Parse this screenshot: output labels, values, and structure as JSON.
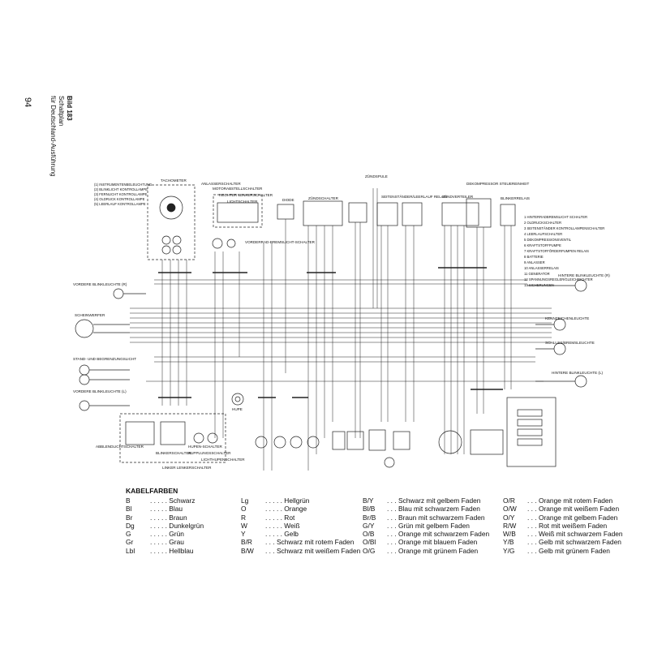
{
  "sidebar": {
    "page_number": "94",
    "title": "Bild 183",
    "subtitle_1": "Schaltplan",
    "subtitle_2": "für Deutschland-Ausführung"
  },
  "diagram": {
    "labels": {
      "tachometer": "TACHOMETER",
      "anlasserschalter": "ANLASSERSCHALTER",
      "motorabstellschalter": "MOTORABSTELLSCHALTER",
      "rechter_lenkerschalter": "RECHTER LENKERSCHALTER",
      "lichtschalter": "LICHTSCHALTER",
      "diode": "DIODE",
      "zuendschalter": "ZÜNDSCHALTER",
      "zuendspule": "ZÜNDSPULE",
      "seitenstaender_relais": "SEITENSTÄNDER/LEERLAUF RELAIS",
      "zuendverteiler": "ZÜNDVERTEILER",
      "dekompressor": "DEKOMPRESSOR STEUEREINHEIT",
      "blinkerrelais": "BLINKERRELAIS",
      "vorderradbremslichtschalter": "VORDERRAD-BREMSLICHT-SCHALTER",
      "vordere_blinkleuchte_r": "VORDERE BLINKLEUCHTE (R)",
      "scheinwerfer": "SCHEINWERFER",
      "stand_begrenzungslicht": "STAND- UND BEGRENZUNGSLICHT",
      "vordere_blinkleuchte_l": "VORDERE BLINKLEUCHTE (L)",
      "hupe": "HUPE",
      "abblendlichtschalter": "ABBLENDLICHTSCHALTER",
      "blinkerschalter": "BLINKERSCHALTER",
      "hupenschalter": "HUPEN-SCHALTER",
      "kupplungsschalter": "KUPPLUNGSSCHALTER",
      "lichthupenschalter": "LICHTHUPENSCHALTER",
      "linker_lenkerschalter": "LINKER LENKERSCHALTER",
      "hintere_blinkleuchte_r": "HINTERE BLINKLEUCHTE (R)",
      "kennzeichenleuchte": "KENNZEICHENLEUCHTE",
      "schlussbremsleuchte": "SCHLUSS/BREMSLEUCHTE",
      "hintere_blinkleuchte_l": "HINTERE BLINKLEUCHTE (L)"
    },
    "tacho_legend": [
      "(1) INSTRUMENTENBELEUCHTUNG",
      "(2) BLINKLICHT KONTROLLAMPE",
      "(3) FERNLICHT KONTROLLAMPE",
      "(4) OLDRUCK KONTROLLAMPE",
      "(5) LEERLAUF KONTROLLAMPE"
    ],
    "component_legend": [
      "1  HINTERRADBREMSLICHT SCHALTER",
      "2  OLDRUCKSCHALTER",
      "3  SEITENSTÄNDER KONTROLLAMPENSCHALTER",
      "4  LEERLAUFSCHALTER",
      "5  DEKOMPRESSIONSVENTIL",
      "6  KRAFTSTOFFPUMPE",
      "7  KRAFTSTOFFÖRDERPUMPEN RELAIS",
      "8  BATTERIE",
      "9  ANLASSER",
      "10 ANLASSERRELAIS",
      "11 GENERATOR",
      "12 SPANNUNGSREGLER/GLEICHRICHTER",
      "13 SICHERUNGEN"
    ]
  },
  "legend": {
    "title": "KABELFARBEN",
    "columns": [
      [
        {
          "code": "B",
          "desc": ". . . . .  Schwarz"
        },
        {
          "code": "Bl",
          "desc": ". . . . .  Blau"
        },
        {
          "code": "Br",
          "desc": ". . . . .  Braun"
        },
        {
          "code": "Dg",
          "desc": ". . . . .  Dunkelgrün"
        },
        {
          "code": "G",
          "desc": ". . . . .  Grün"
        },
        {
          "code": "Gr",
          "desc": ". . . . .  Grau"
        },
        {
          "code": "Lbl",
          "desc": ". . . . .  Hellblau"
        }
      ],
      [
        {
          "code": "Lg",
          "desc": ". . . . .  Hellgrün"
        },
        {
          "code": "O",
          "desc": ". . . . .  Orange"
        },
        {
          "code": "R",
          "desc": ". . . . .  Rot"
        },
        {
          "code": "W",
          "desc": ". . . . .  Weiß"
        },
        {
          "code": "Y",
          "desc": ". . . . .  Gelb"
        },
        {
          "code": "B/R",
          "desc": ". . .  Schwarz mit rotem Faden"
        },
        {
          "code": "B/W",
          "desc": ". . .  Schwarz mit weißem Faden"
        }
      ],
      [
        {
          "code": "B/Y",
          "desc": ". . .  Schwarz mit gelbem Faden"
        },
        {
          "code": "Bl/B",
          "desc": ". . .  Blau mit schwarzem Faden"
        },
        {
          "code": "Br/B",
          "desc": ". . .  Braun mit schwarzem Faden"
        },
        {
          "code": "G/Y",
          "desc": ". . .  Grün mit gelbem Faden"
        },
        {
          "code": "O/B",
          "desc": ". . .  Orange mit schwarzem Faden"
        },
        {
          "code": "O/Bl",
          "desc": ". . .  Orange mit blauem Faden"
        },
        {
          "code": "O/G",
          "desc": ". . .  Orange mit grünem Faden"
        }
      ],
      [
        {
          "code": "O/R",
          "desc": ". . .  Orange mit rotem Faden"
        },
        {
          "code": "O/W",
          "desc": ". . .  Orange mit weißem Faden"
        },
        {
          "code": "O/Y",
          "desc": ". . .  Orange mit gelbem Faden"
        },
        {
          "code": "R/W",
          "desc": ". . .  Rot mit weißem Faden"
        },
        {
          "code": "W/B",
          "desc": ". . .  Weiß mit schwarzem Faden"
        },
        {
          "code": "Y/B",
          "desc": ". . .  Gelb mit schwarzem Faden"
        },
        {
          "code": "Y/G",
          "desc": ". . .  Gelb mit grünem Faden"
        }
      ]
    ]
  }
}
